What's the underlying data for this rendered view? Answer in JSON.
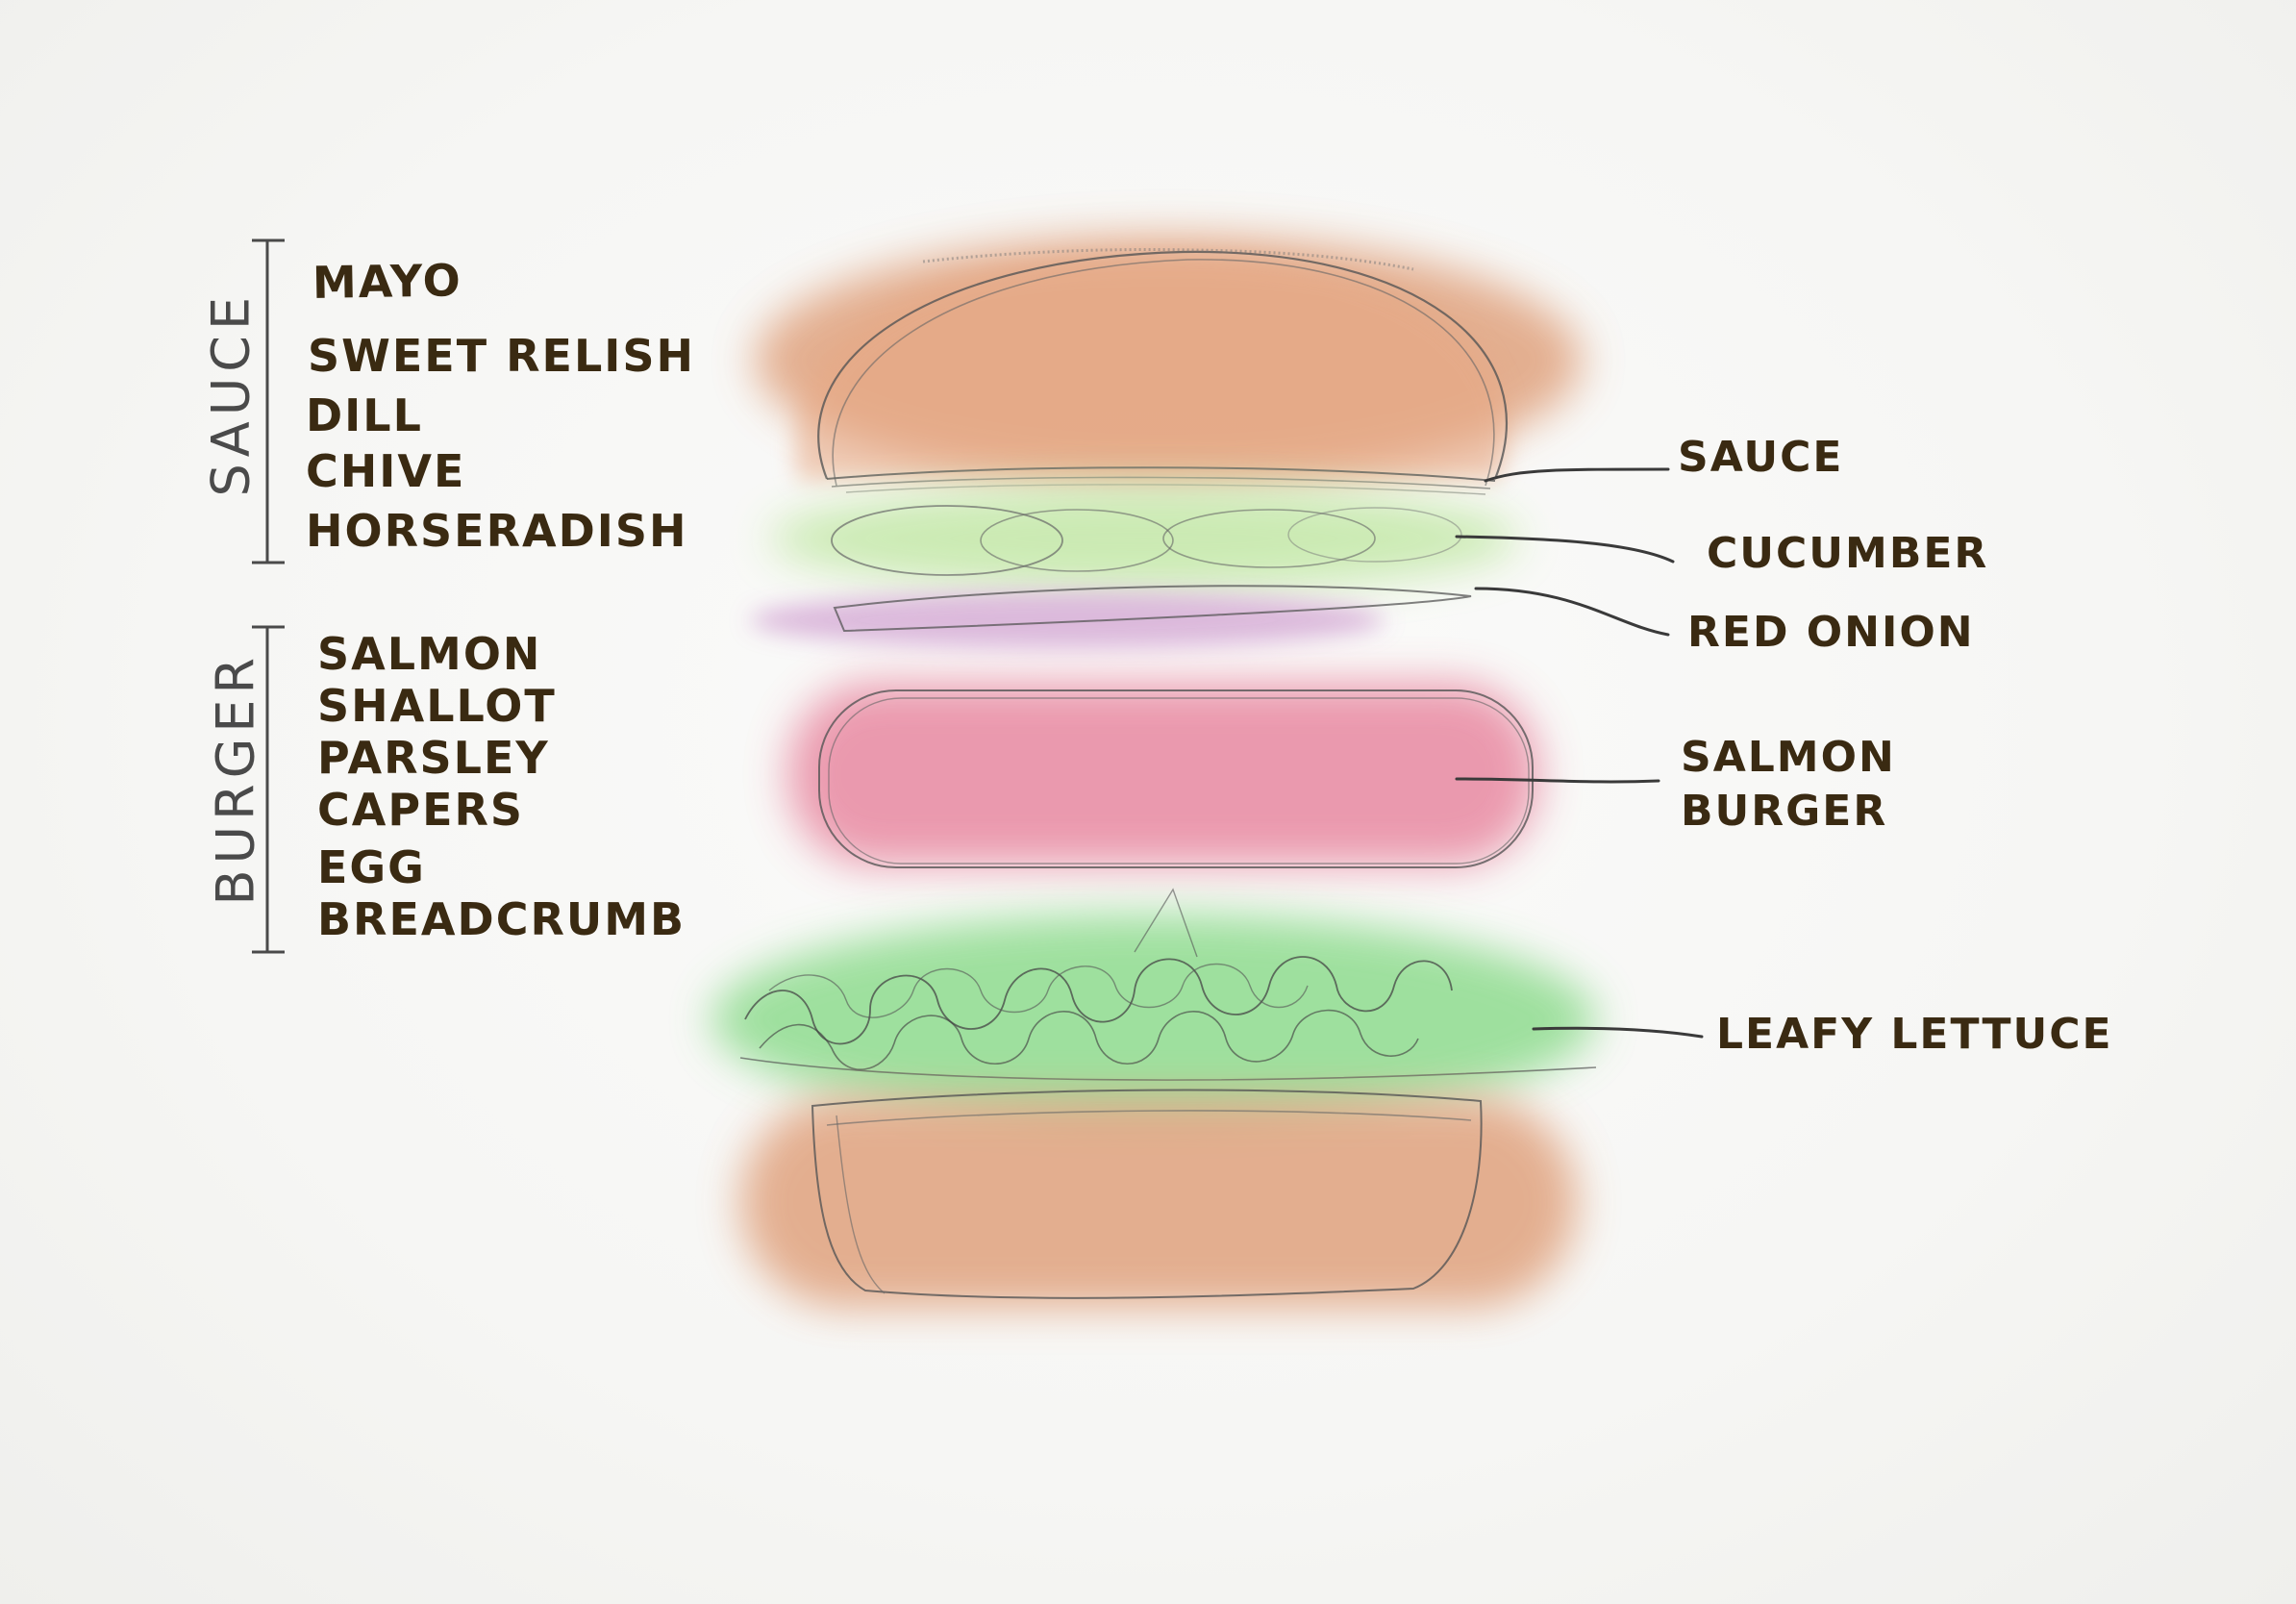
{
  "sauce_group": {
    "label": "SAUCE",
    "items": [
      "MAYO",
      "SWEET RELISH",
      "DILL",
      "CHIVE",
      "HORSERADISH"
    ]
  },
  "burger_group": {
    "label": "BURGER",
    "items": [
      "SALMON",
      "SHALLOT",
      "PARSLEY",
      "CAPERS",
      "EGG",
      "BREADCRUMB"
    ]
  },
  "callouts": {
    "sauce": "SAUCE",
    "cucumber": "CUCUMBER",
    "red_onion": "RED ONION",
    "salmon_burger_line1": "SALMON",
    "salmon_burger_line2": "BURGER",
    "leafy_lettuce": "LEAFY LETTUCE"
  },
  "colors": {
    "bun": "#e0a27e",
    "cucumber": "#c9eab0",
    "red_onion": "#d9b3d9",
    "salmon": "#e98fa6",
    "lettuce": "#8fdc8f",
    "ink": "#3a2a12",
    "pencil": "#4a4a4a"
  }
}
